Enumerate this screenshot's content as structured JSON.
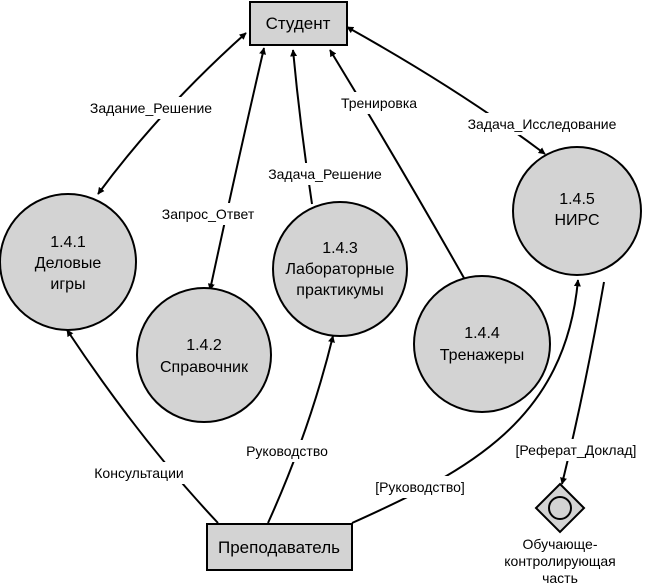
{
  "entities": {
    "student": "Студент",
    "teacher": "Преподаватель"
  },
  "processes": {
    "games": {
      "id": "1.4.1",
      "line1": "Деловые",
      "line2": "игры"
    },
    "reference": {
      "id": "1.4.2",
      "line1": "Справочник"
    },
    "labs": {
      "id": "1.4.3",
      "line1": "Лабораторные",
      "line2": "практикумы"
    },
    "trainers": {
      "id": "1.4.4",
      "line1": "Тренажеры"
    },
    "research": {
      "id": "1.4.5",
      "line1": "НИРС"
    }
  },
  "store": {
    "line1": "Обучающе-",
    "line2": "контролирующая",
    "line3": "часть"
  },
  "flows": {
    "task_solution_1": "Задание_Решение",
    "query_answer": "Запрос_Ответ",
    "task_solution_2": "Задача_Решение",
    "training": "Тренировка",
    "task_research": "Задача_Исследование",
    "consultations": "Консультации",
    "guidance": "Руководство",
    "guidance_bracket": "[Руководство]",
    "report": "[Реферат_Доклад]"
  },
  "colors": {
    "fill": "#d3d3d3",
    "stroke": "#000000"
  }
}
